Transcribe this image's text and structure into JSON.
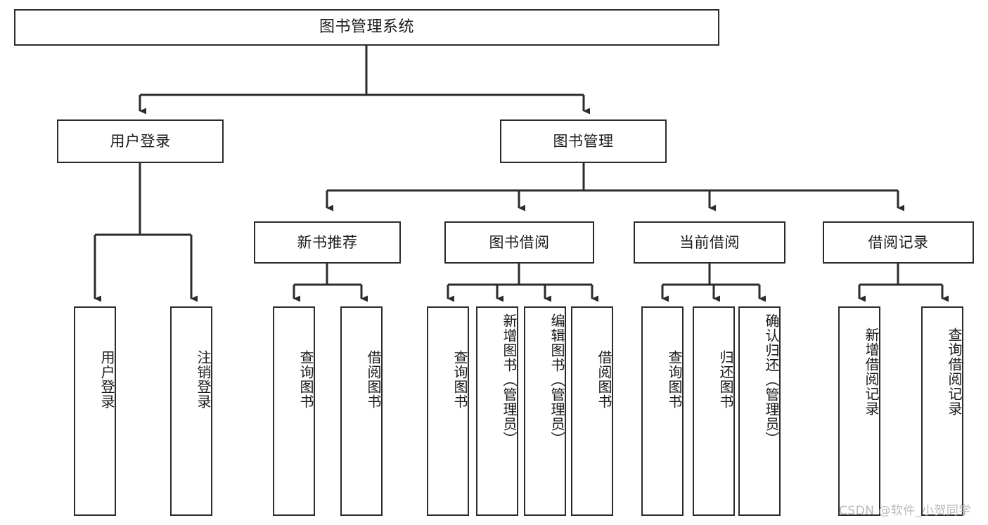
{
  "diagram": {
    "title": "图书管理系统",
    "type": "tree-hierarchy-chart",
    "orientation": "top-down",
    "line_color": "#2b2b2b",
    "box_fill": "#ffffff",
    "text_color": "#1a1a1a"
  },
  "nodes": {
    "root": {
      "label": "图书管理系统"
    },
    "level2": [
      {
        "id": "user-login",
        "label": "用户登录"
      },
      {
        "id": "book-manage",
        "label": "图书管理"
      }
    ],
    "level3": [
      {
        "id": "new-book-recommend",
        "label": "新书推荐"
      },
      {
        "id": "book-borrow",
        "label": "图书借阅"
      },
      {
        "id": "current-borrow",
        "label": "当前借阅"
      },
      {
        "id": "borrow-record",
        "label": "借阅记录"
      }
    ],
    "leaves": {
      "user-login": [
        {
          "id": "leaf-user-login",
          "label": "用户登录"
        },
        {
          "id": "leaf-logout-login",
          "label": "注销登录"
        }
      ],
      "new-book-recommend": [
        {
          "id": "leaf-query-book-1",
          "label": "查询图书"
        },
        {
          "id": "leaf-borrow-book-1",
          "label": "借阅图书"
        }
      ],
      "book-borrow": [
        {
          "id": "leaf-query-book-2",
          "label": "查询图书"
        },
        {
          "id": "leaf-add-book",
          "label": "新增图书（管理员）"
        },
        {
          "id": "leaf-edit-book",
          "label": "编辑图书（管理员）"
        },
        {
          "id": "leaf-borrow-book-2",
          "label": "借阅图书"
        }
      ],
      "current-borrow": [
        {
          "id": "leaf-query-book-3",
          "label": "查询图书"
        },
        {
          "id": "leaf-return-book",
          "label": "归还图书"
        },
        {
          "id": "leaf-confirm-return",
          "label": "确认归还（管理员）"
        }
      ],
      "borrow-record": [
        {
          "id": "leaf-add-record",
          "label": "新增借阅记录"
        },
        {
          "id": "leaf-query-record",
          "label": "查询借阅记录"
        }
      ]
    }
  },
  "watermark": {
    "text": "CSDN @软件_小贺同学"
  }
}
